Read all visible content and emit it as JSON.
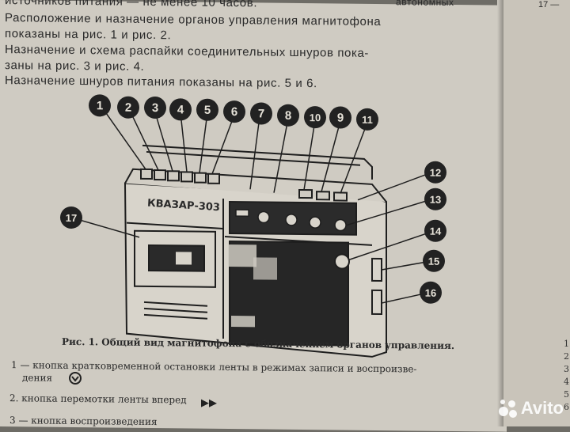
{
  "text": {
    "line0": "источников питания — не менее 10 часов.",
    "line0_right": "автономных",
    "para1_line1": "Расположение и назначение органов управления магнитофона",
    "para1_line2": "показаны на рис. 1 и рис. 2.",
    "para2_line1": "Назначение и схема распайки соединительных шнуров пока-",
    "para2_line2": "заны на рис. 3 и рис. 4.",
    "para3_line1": "Назначение шнуров питания показаны на рис. 5 и 6.",
    "model_label": "КВАЗАР-303",
    "caption": "Рис. 1. Общий вид магнитофона с обозначением органов управления.",
    "legend1_line1": "1 — кнопка кратковременной остановки ленты в режимах записи и воспроизве-",
    "legend1_line2": "дения",
    "legend2": "2. кнопка перемотки ленты вперед",
    "legend3": "3 — кнопка воспроизведения"
  },
  "callouts": [
    "1",
    "2",
    "3",
    "4",
    "5",
    "6",
    "7",
    "8",
    "10",
    "9",
    "11",
    "12",
    "13",
    "14",
    "15",
    "16",
    "17"
  ],
  "right_page": {
    "top_text": "17 —",
    "margin_numbers": [
      "1",
      "2",
      "3",
      "4",
      "5",
      "6"
    ]
  },
  "watermark": "Avito"
}
